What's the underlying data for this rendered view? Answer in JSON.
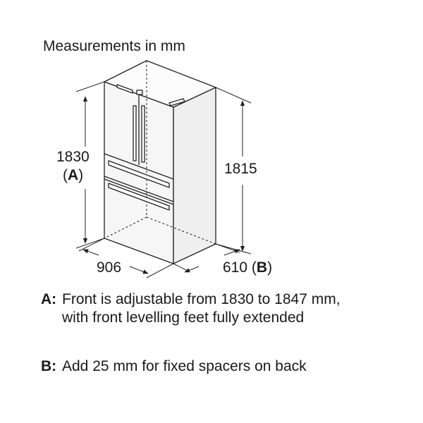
{
  "title": "Measurements in mm",
  "dimensions": {
    "height_left": "1830",
    "height_left_key_open": "(",
    "height_left_key": "A",
    "height_left_key_close": ")",
    "height_right": "1815",
    "width": "906",
    "depth": "610",
    "depth_key_open": "(",
    "depth_key": "B",
    "depth_key_close": ")"
  },
  "notes": [
    {
      "key": "A:",
      "text": "Front is adjustable from 1830 to 1847 mm, with front levelling feet fully extended"
    },
    {
      "key": "B:",
      "text": "Add 25 mm for fixed spacers on back"
    }
  ],
  "colors": {
    "line": "#222222",
    "door_fill": "#f4f4f4",
    "side_fill": "#ececec"
  }
}
